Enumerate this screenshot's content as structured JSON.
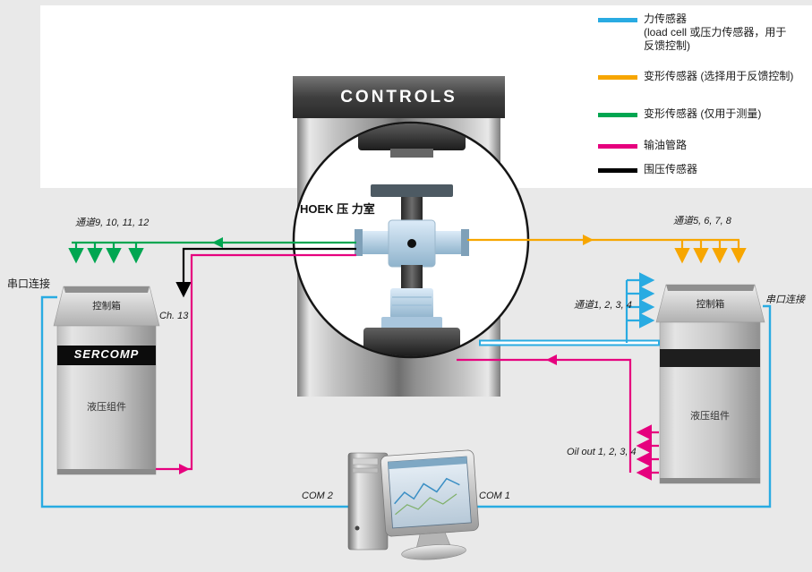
{
  "legend": {
    "items": [
      {
        "label": "力传感器",
        "sub1": "(load cell 或压力传感器，用于",
        "sub2": "反馈控制)",
        "color": "#29abe2"
      },
      {
        "label": "变形传感器 (选择用于反馈控制)",
        "color": "#f7a600"
      },
      {
        "label": "变形传感器 (仅用于测量)",
        "color": "#00a651"
      },
      {
        "label": "输油管路",
        "color": "#e6007e"
      },
      {
        "label": "围压传感器",
        "color": "#000000"
      }
    ]
  },
  "machine": {
    "brand": "CONTROLS",
    "cell_label": "HOEK 压\n力室"
  },
  "left_station": {
    "serial": "串口连接",
    "control_box": "控制箱",
    "brand": "SERCOMP",
    "hydraulic": "液压组件",
    "ch13": "Ch. 13",
    "channels": "通道9, 10, 11, 12"
  },
  "right_station": {
    "serial": "串口连接",
    "control_box": "控制箱",
    "hydraulic": "液压组件",
    "channels_deform": "通道5, 6, 7, 8",
    "channels_load": "通道1, 2, 3, 4",
    "oil_out": "Oil out 1, 2, 3, 4"
  },
  "computer": {
    "com2": "COM 2",
    "com1": "COM 1"
  }
}
